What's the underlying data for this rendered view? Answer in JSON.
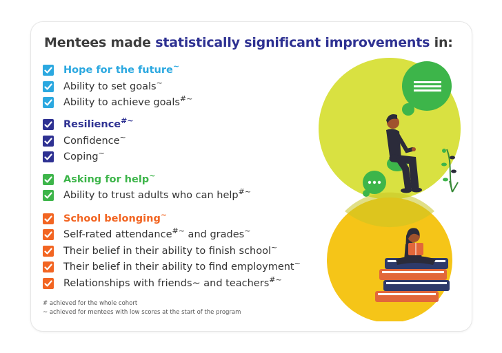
{
  "title": {
    "prefix": "Mentees made ",
    "highlight": "statistically significant improvements",
    "suffix": " in:"
  },
  "groups": [
    {
      "color": "#2ba8e0",
      "items": [
        {
          "text": "Hope for the future",
          "mark": "~",
          "heading": true
        },
        {
          "text": "Ability to set goals",
          "mark": "~"
        },
        {
          "text": "Ability to achieve goals",
          "mark": "#~"
        }
      ]
    },
    {
      "color": "#2e3192",
      "items": [
        {
          "text": "Resilience",
          "mark": "#~",
          "heading": true
        },
        {
          "text": "Confidence",
          "mark": "~"
        },
        {
          "text": "Coping",
          "mark": "~"
        }
      ]
    },
    {
      "color": "#3db54a",
      "items": [
        {
          "text": "Asking for help",
          "mark": "~",
          "heading": true
        },
        {
          "text": "Ability to trust adults who can help",
          "mark": "#~"
        }
      ]
    },
    {
      "color": "#f26522",
      "items": [
        {
          "text": "School belonging",
          "mark": "~",
          "heading": true
        },
        {
          "text": "Self-rated attendance",
          "mark": "#~",
          "text2": " and grades",
          "mark2": "~"
        },
        {
          "text": "Their belief in their ability to finish school",
          "mark": "~"
        },
        {
          "text": "Their belief in their ability to find employment",
          "mark": "~"
        },
        {
          "text": "Relationships with friends~ and teachers",
          "mark": "#~"
        }
      ]
    }
  ],
  "footnotes": {
    "hash": "#  achieved for the whole cohort",
    "tilde": "~  achieved for mentees with low scores at the start of the program"
  },
  "colors": {
    "lime_circle": "#d9e141",
    "yellow_circle": "#f5c518",
    "chat_green": "#3db54a",
    "skin": "#a0522d",
    "dark": "#2b2b3a",
    "book_orange": "#e2673a",
    "book_navy": "#2e3a6a"
  },
  "icons": [
    "checkbox-check-icon",
    "chat-bubble-lines-icon",
    "chat-bubble-dots-icon",
    "plant-icon"
  ]
}
